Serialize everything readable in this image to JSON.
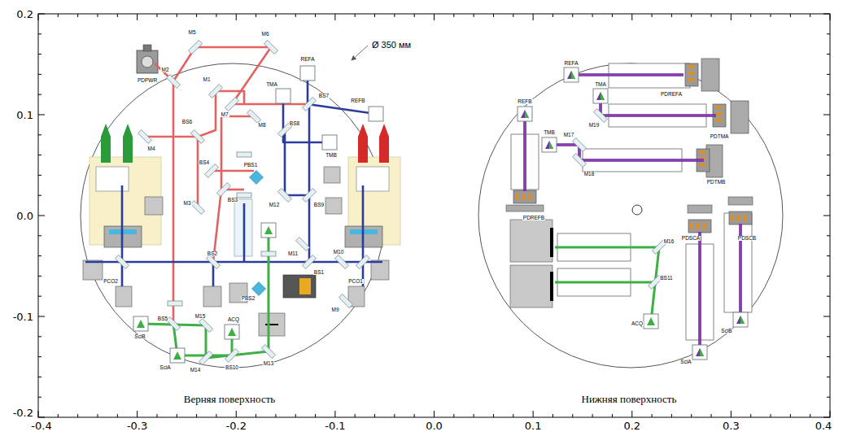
{
  "diagram": {
    "labels": [
      "0.2",
      "0.1",
      "0.0",
      "-0.1",
      "-0.2",
      "-0.4",
      "-0.3",
      "-0.2",
      "-0.1",
      "0.0",
      "0.1",
      "0.2",
      "0.3",
      "0.4",
      "Ø 350 мм",
      "Верняя поверхность",
      "Нижняя поверхность",
      "M5",
      "M6",
      "REFA",
      "REFB",
      "M2",
      "M1",
      "TMA",
      "BS7",
      "PDPWR",
      "M7",
      "M8",
      "BS6",
      "BS8",
      "TMB",
      "M4",
      "BS4",
      "PBS1",
      "M3",
      "BS3",
      "M12",
      "BS9",
      "M10",
      "PCO2",
      "BS2",
      "M11",
      "BS1",
      "PCO1",
      "PBS2",
      "M9",
      "SciB",
      "BS5",
      "M15",
      "ACQ",
      "SciA",
      "M14",
      "BS10",
      "M13",
      "REFA",
      "PDREFA",
      "TMA",
      "PDTMA",
      "REFB",
      "M17",
      "M19",
      "TMB",
      "M18",
      "PDTMB",
      "PDREFB",
      "PDSCA",
      "PDSCB",
      "M16",
      "BS11",
      "ACQ",
      "SciB",
      "SciA"
    ]
  }
}
